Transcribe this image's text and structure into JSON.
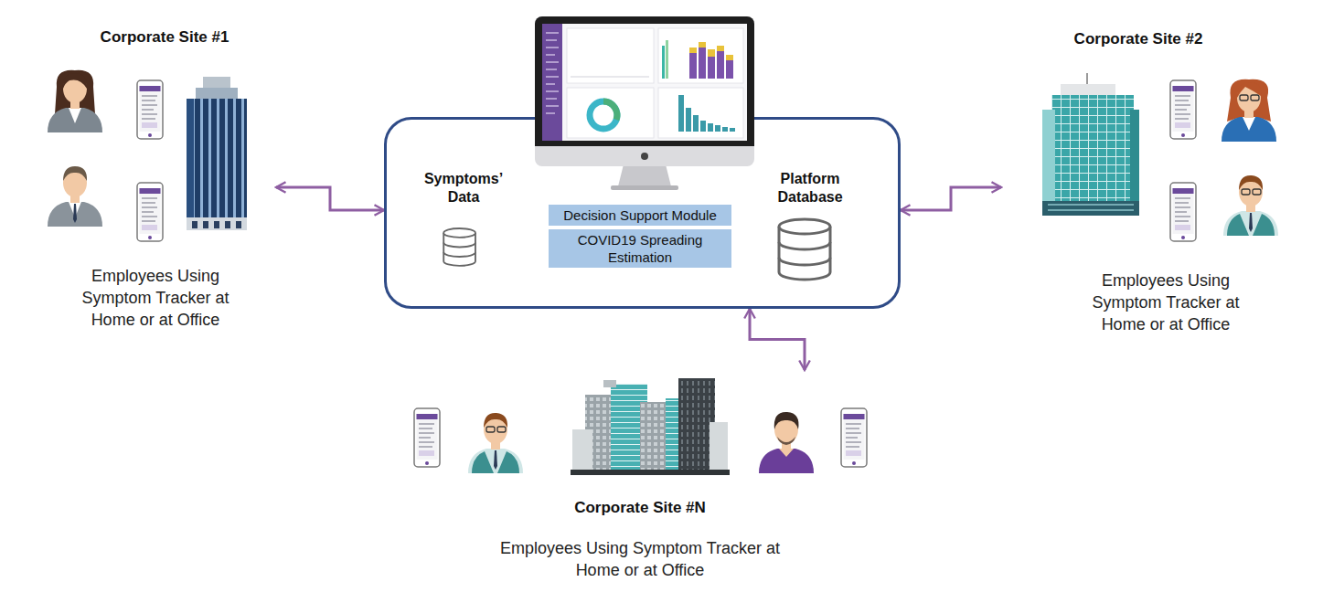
{
  "diagram": {
    "nodes": [
      {
        "text": [
          "Corporate Site #1",
          "Employees Using Symptom Tracker at Home or at Office"
        ]
      },
      {
        "text": [
          "Symptoms’ Data",
          "Platform Database"
        ]
      },
      {
        "text": [
          "Decision Support Module"
        ],
        "in": 1
      },
      {
        "text": [
          "COVID19 Spreading Estimation"
        ],
        "in": 1
      },
      {
        "text": [
          "Corporate Site #2",
          "Employees Using Symptom Tracker at Home or at Office"
        ]
      },
      {
        "text": [
          "Corporate Site #N",
          "Employees Using Symptom Tracker at Home or at Office"
        ]
      }
    ],
    "edges": [
      {
        "from": 0,
        "to": 1,
        "arrow": "both"
      },
      {
        "from": 4,
        "to": 1,
        "arrow": "both"
      },
      {
        "from": 5,
        "to": 1,
        "arrow": "both"
      }
    ]
  }
}
